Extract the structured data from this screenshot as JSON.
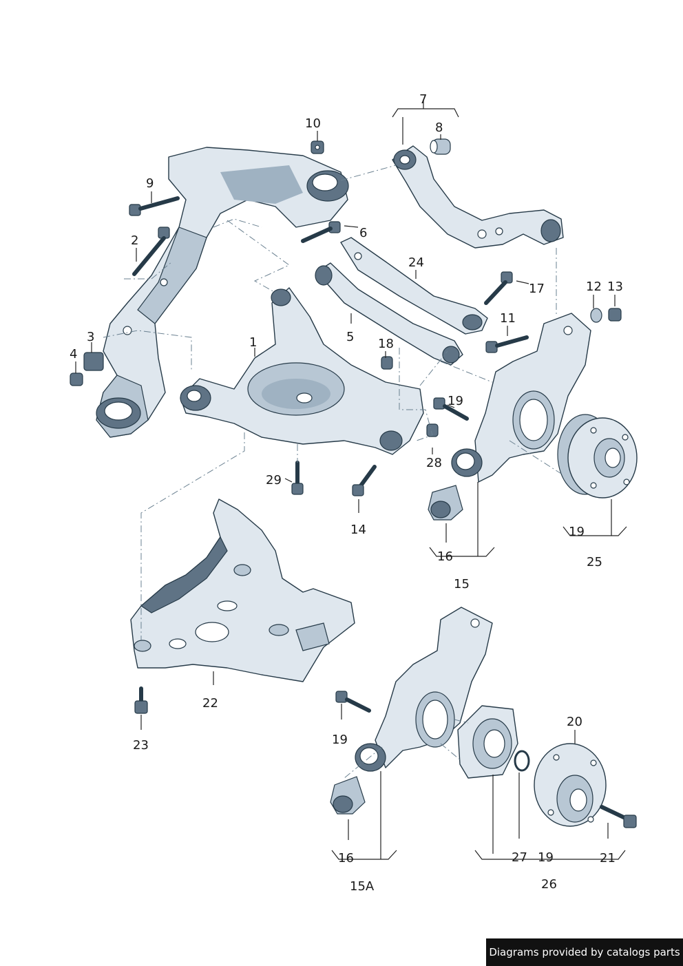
{
  "labels": {
    "l1": "1",
    "l2": "2",
    "l3": "3",
    "l4": "4",
    "l5": "5",
    "l6": "6",
    "l7": "7",
    "l8": "8",
    "l9": "9",
    "l10": "10",
    "l11": "11",
    "l12": "12",
    "l13": "13",
    "l14": "14",
    "l15": "15",
    "l15a": "15A",
    "l16a": "16",
    "l16b": "16",
    "l17": "17",
    "l18": "18",
    "l19a": "19",
    "l19b": "19",
    "l19c": "19",
    "l19d": "19",
    "l20": "20",
    "l21": "21",
    "l22": "22",
    "l23": "23",
    "l24": "24",
    "l25": "25",
    "l26": "26",
    "l27": "27",
    "l28": "28",
    "l29": "29"
  },
  "credit": "Diagrams provided by catalogs parts",
  "colors": {
    "part_fill": "#dfe7ee",
    "part_outline": "#263a48",
    "credit_bg": "#111111"
  }
}
